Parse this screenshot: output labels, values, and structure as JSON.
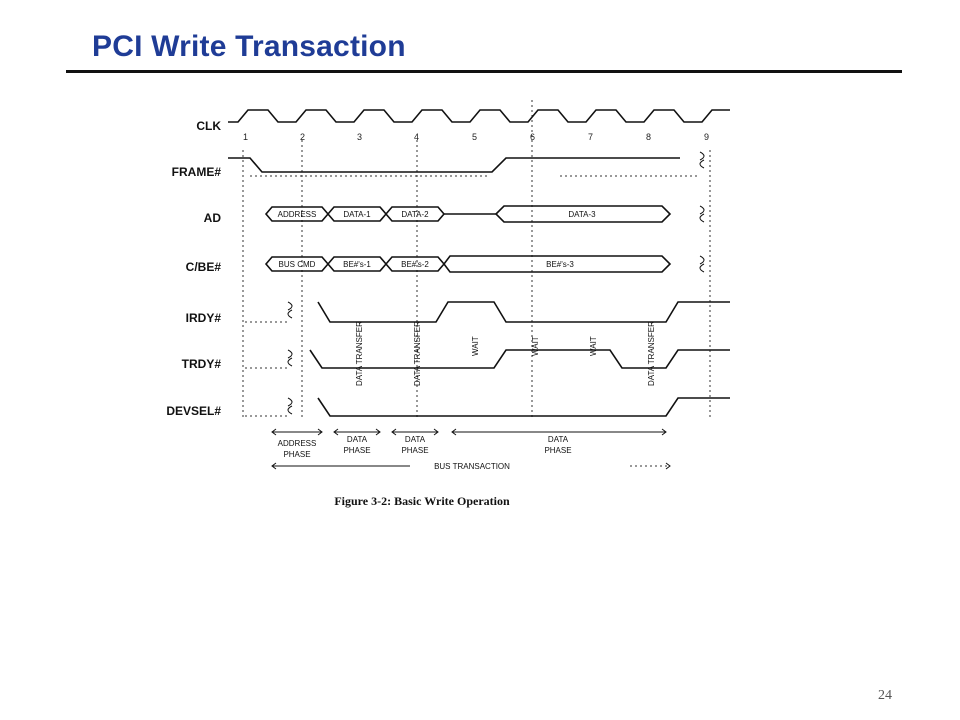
{
  "slide": {
    "title": "PCI Write Transaction",
    "page_number": "24"
  },
  "diagram": {
    "signals": [
      "CLK",
      "FRAME#",
      "AD",
      "C/BE#",
      "IRDY#",
      "TRDY#",
      "DEVSEL#"
    ],
    "clock_numbers": [
      "1",
      "2",
      "3",
      "4",
      "5",
      "6",
      "7",
      "8",
      "9"
    ],
    "ad_labels": [
      "ADDRESS",
      "DATA-1",
      "DATA-2",
      "DATA-3"
    ],
    "cbe_labels": [
      "BUS CMD",
      "BE#'s-1",
      "BE#'s-2",
      "BE#'s-3"
    ],
    "annotations": {
      "data_transfer": "DATA TRANSFER",
      "wait": "WAIT"
    },
    "phases": {
      "address_line1": "ADDRESS",
      "address_line2": "PHASE",
      "data_line1": "DATA",
      "data_line2": "PHASE",
      "bus_transaction": "BUS TRANSACTION"
    },
    "caption": "Figure 3-2:  Basic Write Operation"
  }
}
